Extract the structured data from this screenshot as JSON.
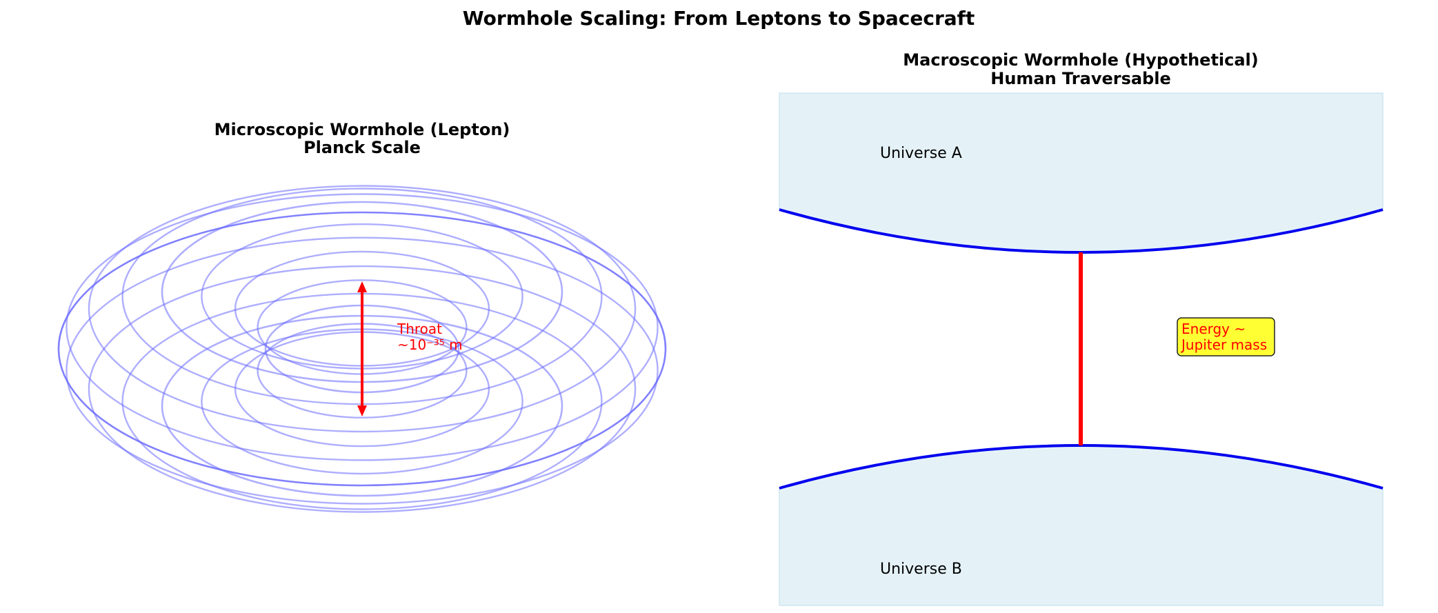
{
  "figure": {
    "title": "Wormhole Scaling: From Leptons to Spacecraft"
  },
  "left_panel": {
    "title_line1": "Microscopic Wormhole (Lepton)",
    "title_line2": "Planck Scale",
    "throat_label_line1": "Throat",
    "throat_label_line2": "~10⁻³⁵ m",
    "colors": {
      "rings": "#6b6bff",
      "throat_arrow": "#ff0000"
    }
  },
  "right_panel": {
    "title_line1": "Macroscopic Wormhole (Hypothetical)",
    "title_line2": "Human Traversable",
    "universe_a_label": "Universe A",
    "universe_b_label": "Universe B",
    "energy_label_line1": "Energy ~",
    "energy_label_line2": "Jupiter mass",
    "colors": {
      "universe_fill": "#e4f2f8",
      "boundary": "#0000ee",
      "throat": "#ff0000",
      "energy_box": "#ffff33",
      "energy_text": "#ff0000"
    }
  }
}
